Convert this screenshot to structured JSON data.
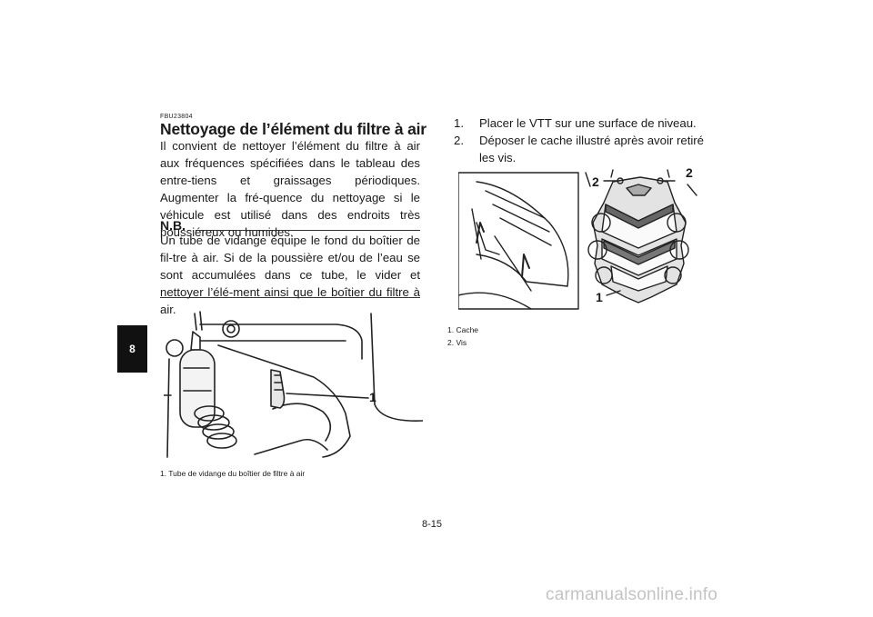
{
  "chapter_tab": "8",
  "section": {
    "code": "FBU23804",
    "title": "Nettoyage de l’élément du filtre à air",
    "intro": "Il convient de nettoyer l’élément du filtre à air aux fréquences spécifiées dans le tableau des entre-tiens et graissages périodiques. Augmenter la fré-quence du nettoyage si le véhicule est utilisé dans des endroits très poussiéreux ou humides."
  },
  "note": {
    "label": "N.B.",
    "text": "Un tube de vidange équipe le fond du boîtier de fil-tre à air. Si de la poussière et/ou de l’eau se sont accumulées dans ce tube, le vider et nettoyer l’élé-ment ainsi que le boîtier du filtre à air."
  },
  "figure_left": {
    "callout": "1",
    "caption": "1.  Tube de vidange du boîtier de filtre à air"
  },
  "steps": [
    {
      "num": "1.",
      "text": "Placer le VTT sur une surface de niveau."
    },
    {
      "num": "2.",
      "text": "Déposer le cache illustré après avoir retiré les vis."
    }
  ],
  "figure_right": {
    "callout_1": "1",
    "callout_2": "2",
    "captions": [
      "1.  Cache",
      "2.  Vis"
    ]
  },
  "page_number": "8-15",
  "watermark": "carmanualsonline.info"
}
